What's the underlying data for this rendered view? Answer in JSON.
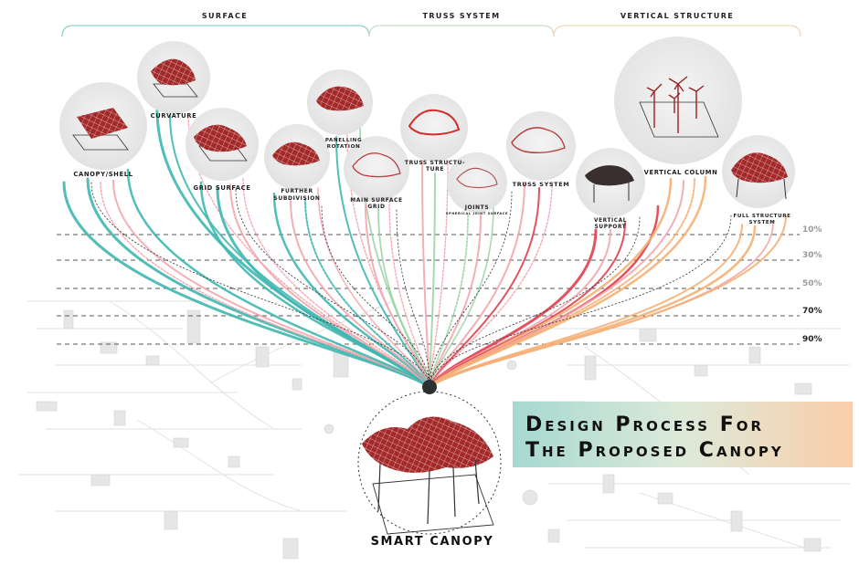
{
  "headers": {
    "surface": "Surface",
    "truss": "Truss system",
    "vertical": "vertical structure"
  },
  "steps": {
    "canopy_shell": "Canopy/Shell",
    "curvature": "Curvature",
    "grid_surface": "Grid Surface",
    "further_subdivision_1": "Further",
    "further_subdivision_2": "subdivision",
    "panelling_rotation_1": "panelling",
    "panelling_rotation_2": "rotation",
    "main_surface_grid_1": "Main surface",
    "main_surface_grid_2": "grid",
    "truss_structure_1": "Truss structu-",
    "truss_structure_2": "ture",
    "joints_1": "Joints",
    "joints_2": "spherical joint surface",
    "truss_system": "Truss system",
    "vertical_support_1": "Vertical",
    "vertical_support_2": "support",
    "vertical_column": "Vertical column",
    "full_structure_1": "Full structure",
    "full_structure_2": "system"
  },
  "percentages": [
    "10%",
    "30%",
    "50%",
    "70%",
    "90%"
  ],
  "title_lines": [
    "Design Process For",
    "The Proposed Canopy"
  ],
  "center_label": "SMART CANOPY",
  "colors": {
    "teal": "#3fb7b0",
    "pink": "#f2a6ad",
    "green": "#9fd5a7",
    "orange": "#f5b074",
    "red": "#e0404e",
    "canopy_red": "#a32a2a",
    "hub": "#2a2f2f"
  }
}
